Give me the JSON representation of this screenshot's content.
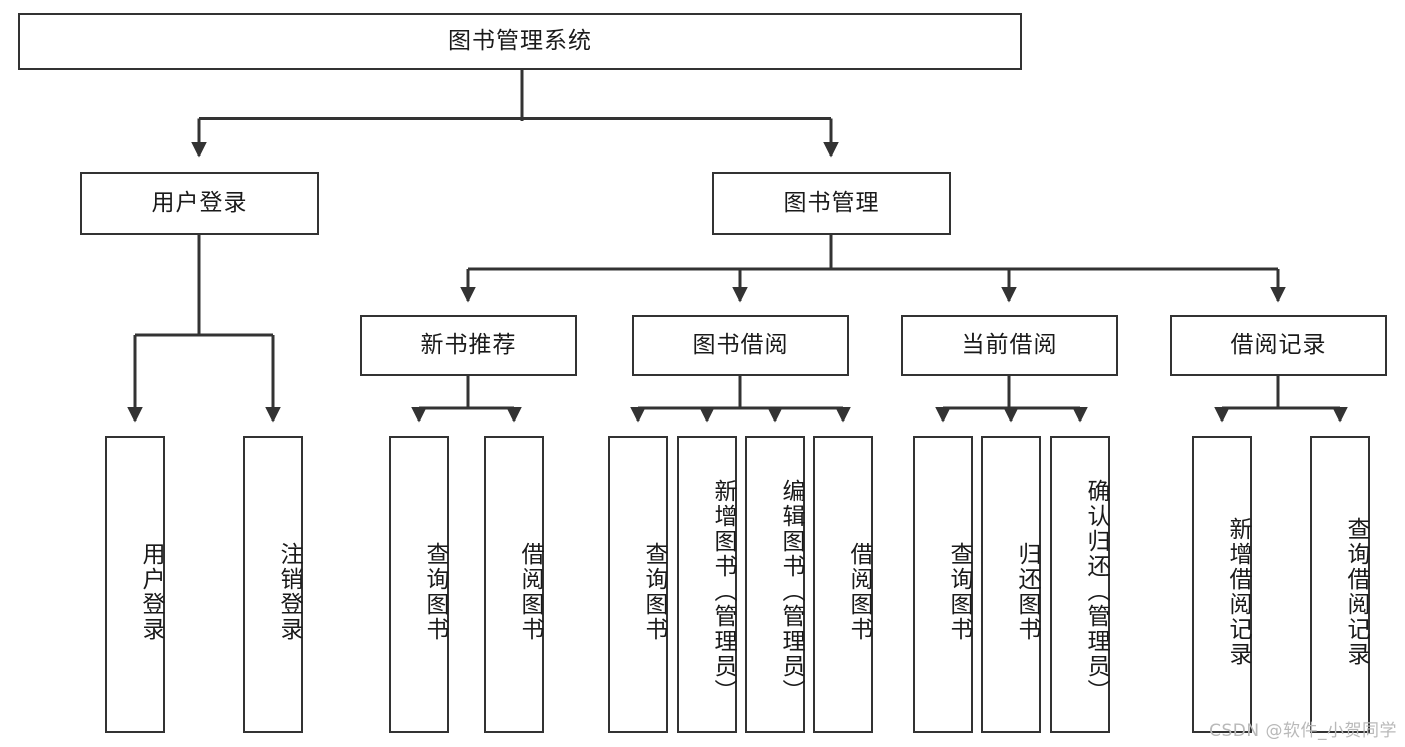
{
  "diagram": {
    "title": "图书管理系统",
    "watermark": "CSDN @软件_小贺同学",
    "colors": {
      "box_border": "#333333",
      "box_fill": "#ffffff",
      "edge": "#333333",
      "text": "#1a1a1a",
      "watermark": "#b9b9b9",
      "background": "#ffffff"
    },
    "root": {
      "label": "图书管理系统"
    },
    "level2": [
      {
        "label": "用户登录"
      },
      {
        "label": "图书管理"
      }
    ],
    "level3": [
      {
        "label": "新书推荐"
      },
      {
        "label": "图书借阅"
      },
      {
        "label": "当前借阅"
      },
      {
        "label": "借阅记录"
      }
    ],
    "leaves": {
      "user_login": [
        {
          "label": "用户登录"
        },
        {
          "label": "注销登录"
        }
      ],
      "new_book_recommend": [
        {
          "label": "查询图书"
        },
        {
          "label": "借阅图书"
        }
      ],
      "book_borrow": [
        {
          "label": "查询图书"
        },
        {
          "label": "新增图书（管理员）"
        },
        {
          "label": "编辑图书（管理员）"
        },
        {
          "label": "借阅图书"
        }
      ],
      "current_borrow": [
        {
          "label": "查询图书"
        },
        {
          "label": "归还图书"
        },
        {
          "label": "确认归还（管理员）"
        }
      ],
      "borrow_record": [
        {
          "label": "新增借阅记录"
        },
        {
          "label": "查询借阅记录"
        }
      ]
    }
  }
}
